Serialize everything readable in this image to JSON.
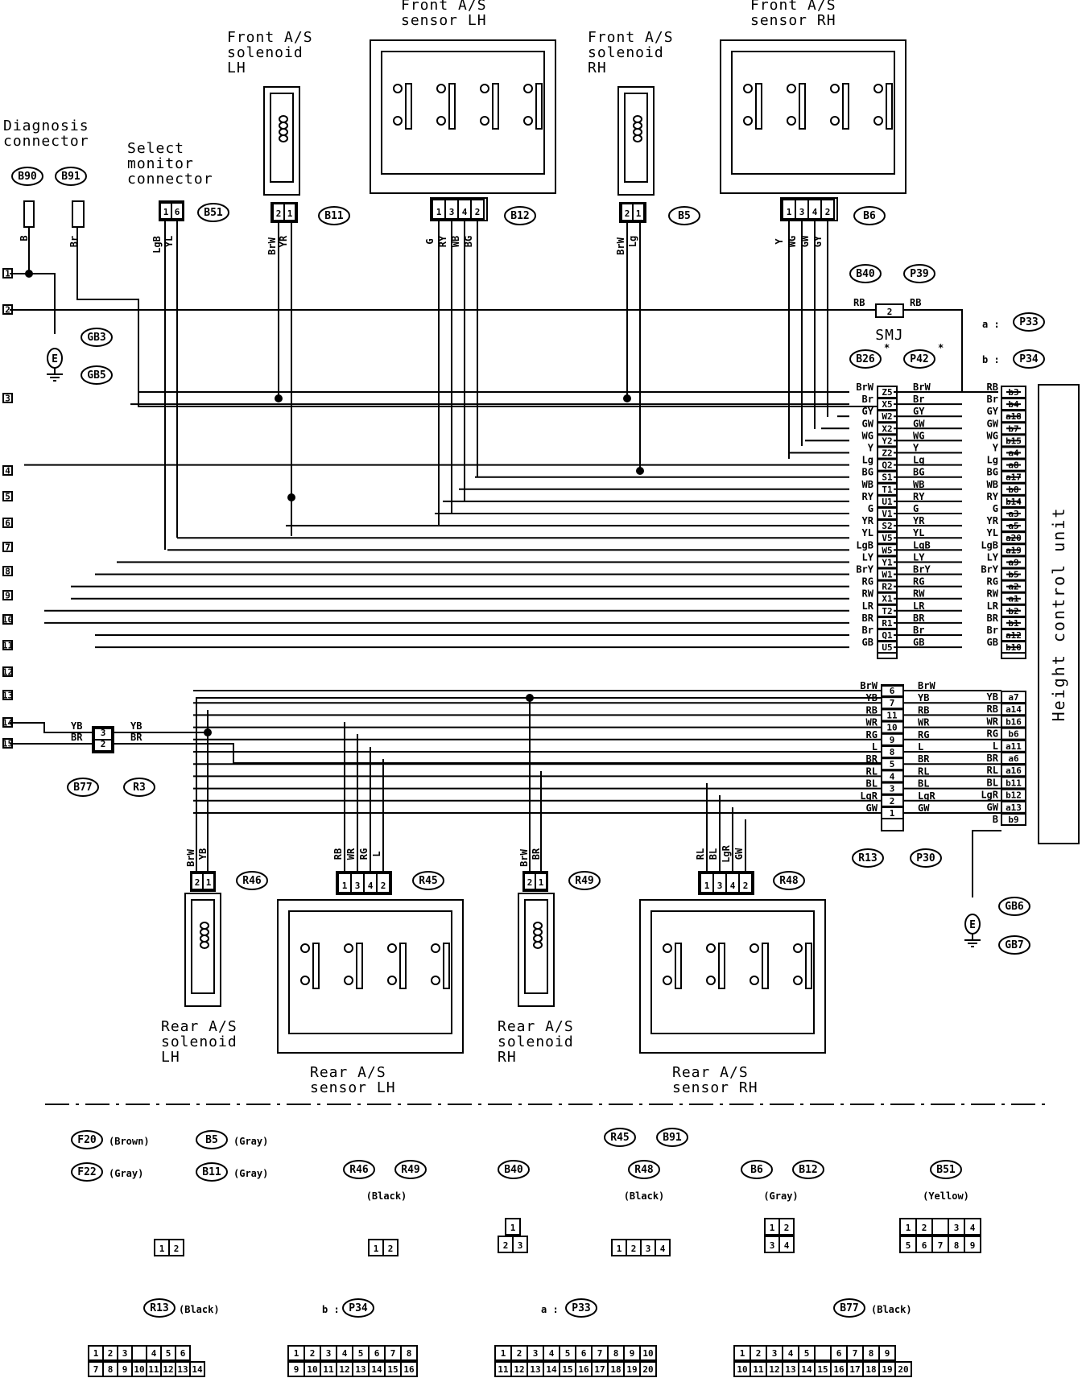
{
  "components": {
    "diag_conn": "Diagnosis\nconnector",
    "select_conn": "Select\nmonitor\nconnector",
    "fr_sol_lh": "Front A/S\nsolenoid\nLH",
    "fr_sen_lh": "Front A/S\nsensor LH",
    "fr_sol_rh": "Front A/S\nsolenoid\nRH",
    "fr_sen_rh": "Front A/S\nsensor RH",
    "rr_sol_lh": "Rear A/S\nsolenoid\nLH",
    "rr_sen_lh": "Rear A/S\nsensor LH",
    "rr_sol_rh": "Rear A/S\nsolenoid\nRH",
    "rr_sen_rh": "Rear A/S\nsensor RH",
    "hcu": "Height control unit",
    "smj": "SMJ",
    "ground": "E"
  },
  "tags": {
    "b90": "B90",
    "b91": "B91",
    "b51": "B51",
    "b11": "B11",
    "b12": "B12",
    "b5": "B5",
    "b6": "B6",
    "b40": "B40",
    "p39": "P39",
    "b26": "B26",
    "p42": "P42",
    "p33": "P33",
    "p34": "P34",
    "gb3": "GB3",
    "gb5": "GB5",
    "b77": "B77",
    "r3": "R3",
    "r13": "R13",
    "p30": "P30",
    "r46": "R46",
    "r45": "R45",
    "r49": "R49",
    "r48": "R48",
    "gb6": "GB6",
    "gb7": "GB7",
    "star": "*",
    "a_prefix": "a :",
    "b_prefix": "b :"
  },
  "edge_numbers": [
    "1",
    "2",
    "3",
    "4",
    "5",
    "6",
    "7",
    "8",
    "9",
    "10",
    "11",
    "12",
    "13",
    "14",
    "15"
  ],
  "left_wires": [
    "BrW",
    "Br",
    "GY",
    "GW",
    "WG",
    "Y",
    "Lg",
    "BG",
    "WB",
    "RY",
    "G",
    "YR",
    "YL",
    "LgB",
    "LY",
    "BrY",
    "RG",
    "RW",
    "LR",
    "BR",
    "Br",
    "GB"
  ],
  "left_pins": [
    "Z5",
    "X5",
    "W2",
    "X2",
    "Y2",
    "Z2",
    "Q2",
    "S1",
    "T1",
    "U1",
    "V1",
    "S2",
    "V5",
    "W5",
    "Y1",
    "W1",
    "R2",
    "X1",
    "T2",
    "R1",
    "Q1",
    "U5"
  ],
  "mid_wires": [
    "BrW",
    "Br",
    "GY",
    "GW",
    "WG",
    "Y",
    "Lg",
    "BG",
    "WB",
    "RY",
    "G",
    "YR",
    "YL",
    "LgB",
    "LY",
    "BrY",
    "RG",
    "RW",
    "LR",
    "BR",
    "Br",
    "GB"
  ],
  "right_wires": [
    "RB",
    "Br",
    "GY",
    "GW",
    "WG",
    "Y",
    "Lg",
    "BG",
    "WB",
    "RY",
    "G",
    "YR",
    "YL",
    "LgB",
    "LY",
    "BrY",
    "RG",
    "RW",
    "LR",
    "BR",
    "Br",
    "GB"
  ],
  "hcu_pins": [
    "b3",
    "b4",
    "a18",
    "b7",
    "b15",
    "a4",
    "a8",
    "a17",
    "b8",
    "b14",
    "a3",
    "a5",
    "a20",
    "a19",
    "a9",
    "b5",
    "a2",
    "a1",
    "b2",
    "b1",
    "a12",
    "b10"
  ],
  "lower_left_wires": [
    "BrW",
    "YB",
    "RB",
    "WR",
    "RG",
    "L",
    "BR",
    "RL",
    "BL",
    "LgR",
    "GW"
  ],
  "lower_pins": [
    "6",
    "7",
    "11",
    "10",
    "9",
    "8",
    "5",
    "4",
    "3",
    "2",
    "1"
  ],
  "lower_mid_wires": [
    "BrW",
    "YB",
    "RB",
    "WR",
    "RG",
    "L",
    "BR",
    "RL",
    "BL",
    "LgR",
    "GW"
  ],
  "lower_right_wires": [
    "YB",
    "RB",
    "WR",
    "RG",
    "L",
    "BR",
    "RL",
    "BL",
    "LgR",
    "GW",
    "B"
  ],
  "lower_hcu_pins": [
    "a7",
    "a14",
    "b16",
    "b6",
    "a11",
    "a6",
    "a16",
    "b11",
    "b12",
    "a13",
    "b9"
  ],
  "misc_wires": {
    "b90": "B",
    "b91": "Br",
    "sel1": "LgB",
    "sel2": "YL",
    "b11a": "BrW",
    "b11b": "YR",
    "b12a": "G",
    "b12b": "RY",
    "b12c": "WB",
    "b12d": "BG",
    "b5a": "BrW",
    "b5b": "Lg",
    "b6a": "Y",
    "b6b": "WG",
    "b6c": "GW",
    "b6d": "GY",
    "smj_l": "RB",
    "smj_r": "RB",
    "smj_pin": "2",
    "r3a": "YB",
    "r3b": "BR",
    "r3a2": "YB",
    "r3b2": "BR",
    "r3p1": "3",
    "r3p2": "2",
    "r46a": "BrW",
    "r46b": "YB",
    "r45a": "RB",
    "r45b": "WR",
    "r45c": "RG",
    "r45d": "L",
    "r49a": "BrW",
    "r49b": "BR",
    "r48a": "RL",
    "r48b": "BL",
    "r48c": "LgR",
    "r48d": "GW"
  },
  "connector_pins": {
    "two": [
      "2",
      "1"
    ],
    "four_lh": [
      "1",
      "3",
      "4",
      "2"
    ],
    "four_rh": [
      "1",
      "3",
      "4",
      "2"
    ],
    "sel": [
      "1",
      "6"
    ]
  },
  "legend": {
    "f20": "F20",
    "f20_color": "(Brown)",
    "b5": "B5",
    "b5_color": "(Gray)",
    "f22": "F22",
    "f22_color": "(Gray)",
    "b11": "B11",
    "b11_color": "(Gray)",
    "r46": "R46",
    "r49": "R49",
    "r46_color": "(Black)",
    "b40": "B40",
    "r45": "R45",
    "b91": "B91",
    "r48": "R48",
    "r48_color": "(Black)",
    "b6": "B6",
    "b12": "B12",
    "b6_color": "(Gray)",
    "b51": "B51",
    "b51_color": "(Yellow)",
    "r13": "R13",
    "r13_color": "(Black)",
    "p34": "P34",
    "p34_prefix": "b :",
    "p33": "P33",
    "p33_prefix": "a :",
    "b77": "B77",
    "b77_color": "(Black)"
  },
  "legend_pins": {
    "two": [
      "1",
      "2"
    ],
    "three_top": [
      "1"
    ],
    "three_bot": [
      "2",
      "3"
    ],
    "four": [
      "1",
      "2",
      "3",
      "4"
    ],
    "four_top": [
      "1",
      "2"
    ],
    "four_bot": [
      "3",
      "4"
    ],
    "nine_top": [
      "1",
      "2",
      "",
      "3",
      "4"
    ],
    "nine_bot": [
      "5",
      "6",
      "7",
      "8",
      "9"
    ],
    "r13_top": [
      "1",
      "2",
      "3",
      "",
      "4",
      "5",
      "6"
    ],
    "r13_bot": [
      "7",
      "8",
      "9",
      "10",
      "11",
      "12",
      "13",
      "14"
    ],
    "p34_top": [
      "1",
      "2",
      "3",
      "4",
      "5",
      "6",
      "7",
      "8"
    ],
    "p34_bot": [
      "9",
      "10",
      "11",
      "12",
      "13",
      "14",
      "15",
      "16"
    ],
    "p33_top": [
      "1",
      "2",
      "3",
      "4",
      "5",
      "6",
      "7",
      "8",
      "9",
      "10"
    ],
    "p33_bot": [
      "11",
      "12",
      "13",
      "14",
      "15",
      "16",
      "17",
      "18",
      "19",
      "20"
    ],
    "b77_top": [
      "1",
      "2",
      "3",
      "4",
      "5",
      "",
      "6",
      "7",
      "8",
      "9"
    ],
    "b77_bot": [
      "10",
      "11",
      "12",
      "13",
      "14",
      "15",
      "16",
      "17",
      "18",
      "19",
      "20"
    ]
  }
}
